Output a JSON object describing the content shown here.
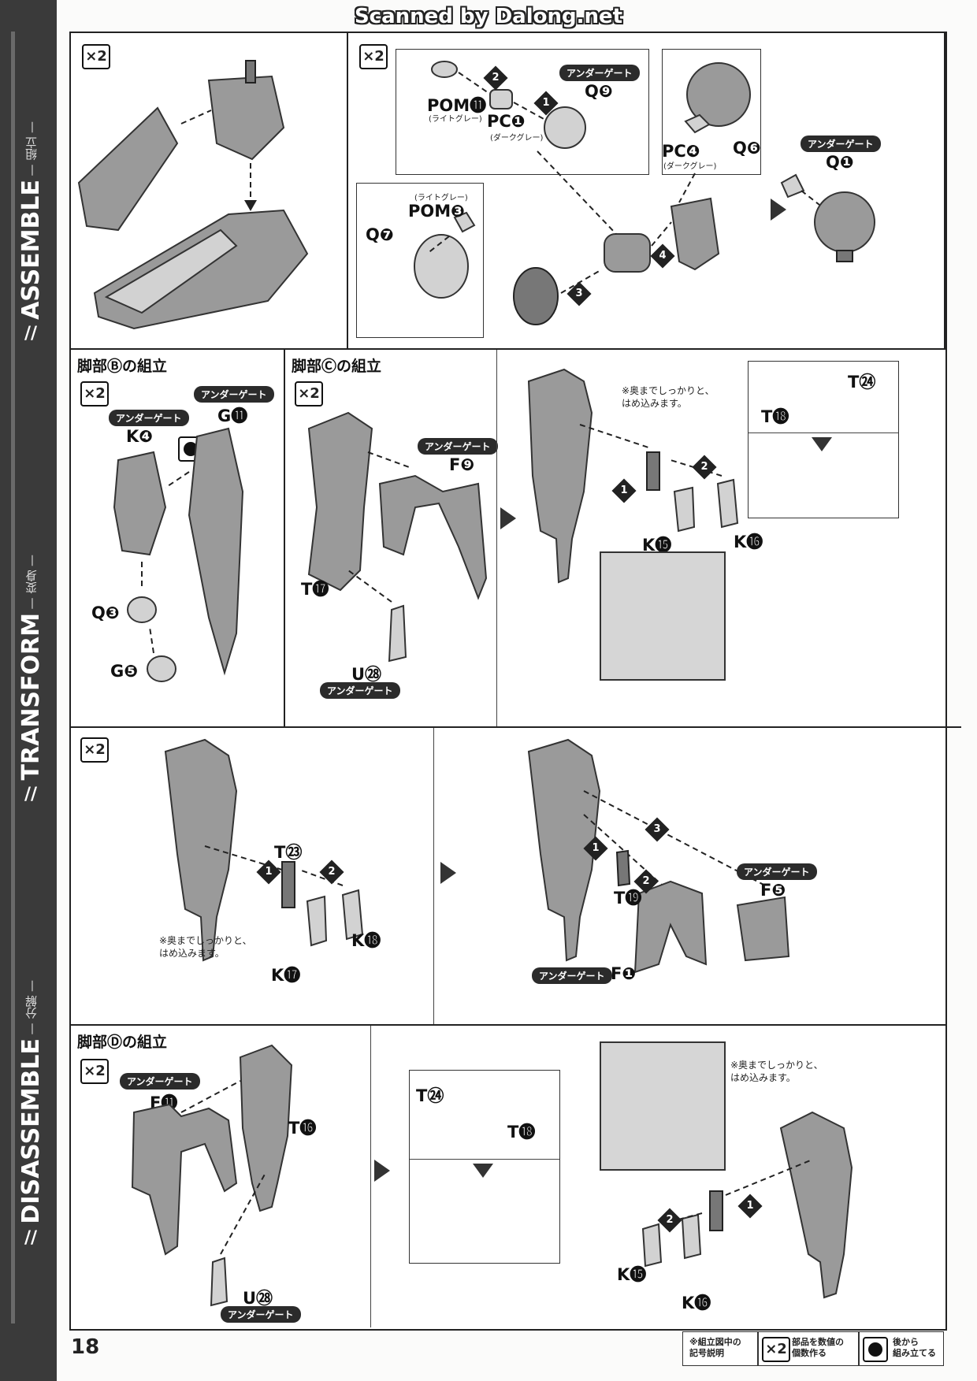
{
  "scanner_watermark": "Scanned by Dalong.net",
  "page_number": "18",
  "sidebar": {
    "sections": [
      {
        "main": "ASSEMBLE",
        "sub": "— 組立 —"
      },
      {
        "main": "TRANSFORM",
        "sub": "— 変身 —"
      },
      {
        "main": "DISASSEMBLE",
        "sub": "— 分解 —"
      }
    ]
  },
  "labels": {
    "x2": "×2",
    "under_gate": "アンダーゲート",
    "light_gray": "(ライトグレー)",
    "dark_gray": "(ダークグレー)",
    "push_in_note_1": "※奥までしっかりと、",
    "push_in_note_2": "はめ込みます。"
  },
  "sections": {
    "leg_b": "脚部Ⓑの組立",
    "leg_c": "脚部Ⓒの組立",
    "leg_d": "脚部Ⓓの組立"
  },
  "parts": {
    "pom11": "POM⓫",
    "pc1": "PC❶",
    "q9": "Q❾",
    "pc4": "PC❹",
    "q6": "Q❻",
    "q1": "Q❶",
    "pom3": "POM❸",
    "q7": "Q❼",
    "k4": "K❹",
    "g11": "G⓫",
    "q3": "Q❸",
    "g5": "G❺",
    "f9": "F❾",
    "t17": "T⓱",
    "u28": "U㉘",
    "t24": "T㉔",
    "t18": "T⓲",
    "k15": "K⓯",
    "k16": "K⓰",
    "t23": "T㉓",
    "k18": "K⓲",
    "k17": "K⓱",
    "t19": "T⓳",
    "f5": "F❺",
    "f1": "F❶",
    "f11": "F⓫",
    "t16": "T⓰"
  },
  "steps": [
    "1",
    "2",
    "3",
    "4"
  ],
  "legend": {
    "title_1": "※組立図中の",
    "title_2": "記号説明",
    "x2_desc_1": "部品を数値の",
    "x2_desc_2": "個数作る",
    "later_desc_1": "後から",
    "later_desc_2": "組み立てる"
  }
}
